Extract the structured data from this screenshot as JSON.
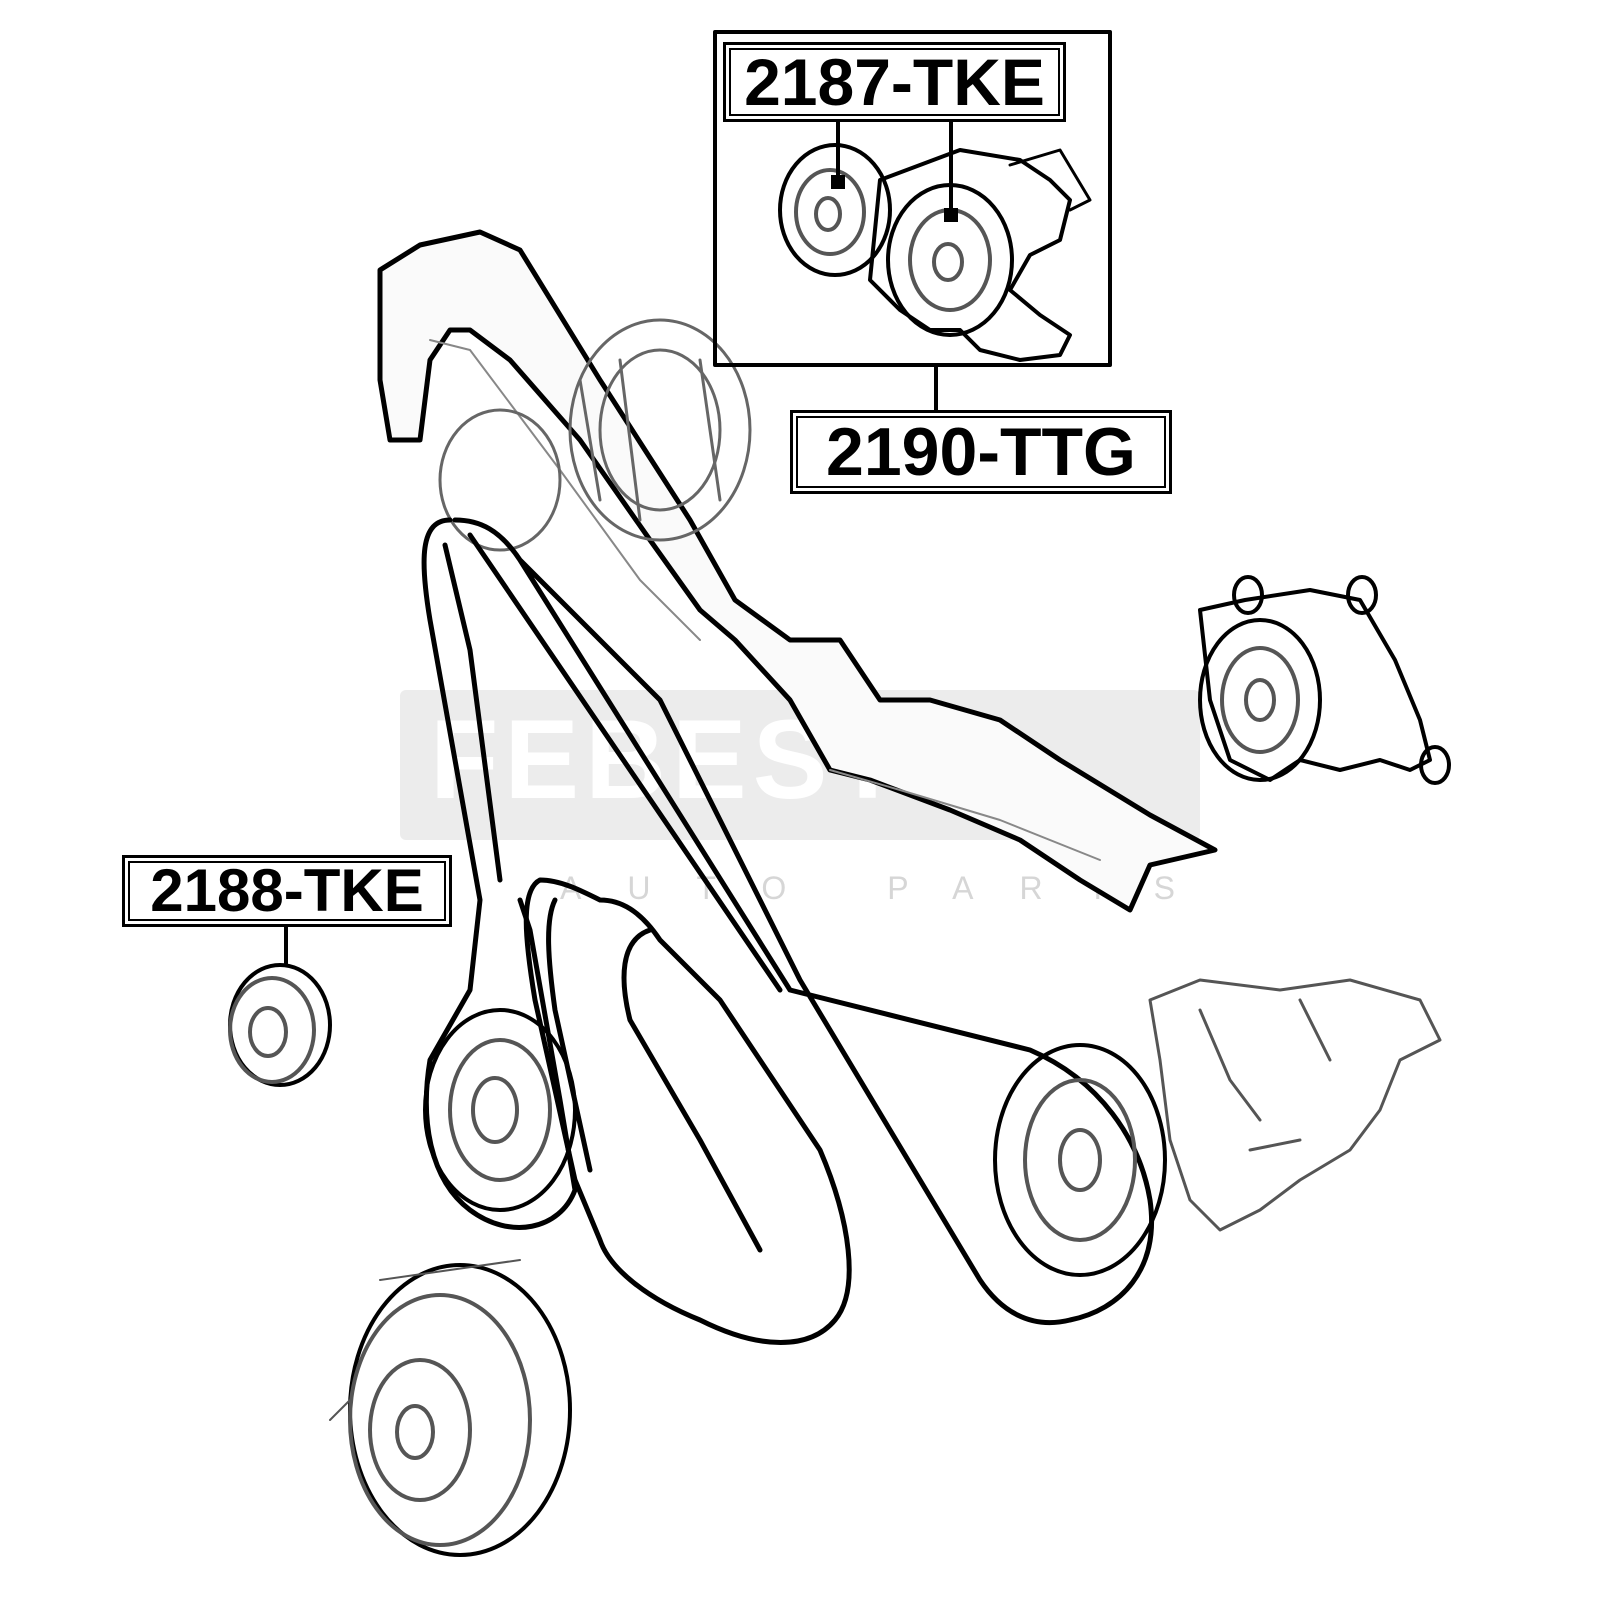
{
  "parts": {
    "tensioner_idler": "2187-TKE",
    "tensioner_assembly": "2190-TTG",
    "idler_pulley": "2188-TKE"
  },
  "watermark": {
    "brand": "FEBEST",
    "tagline": "AUTO PARTS"
  },
  "colors": {
    "line": "#000000",
    "background": "#ffffff",
    "watermark": "#e9e9e9"
  }
}
